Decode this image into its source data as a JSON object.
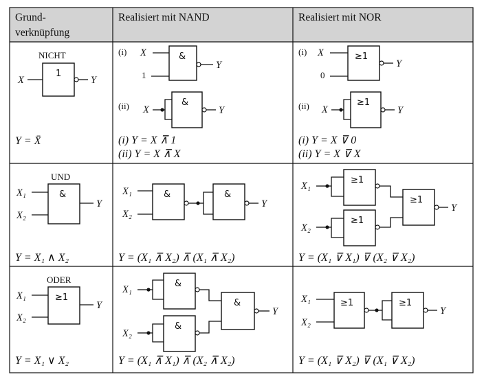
{
  "header": {
    "col1_line1": "Grund-",
    "col1_line2": "verknüpfung",
    "col2": "Realisiert mit NAND",
    "col3": "Realisiert mit NOR"
  },
  "rows": {
    "nicht": {
      "title": "NICHT",
      "gate_symbol": "1",
      "formula": "Y = X̄",
      "nand_i_label": "(i)",
      "nand_ii_label": "(ii)",
      "nand_const": "1",
      "nor_const": "0",
      "nand_formula_i": "(i)  Y = X ⊼ 1",
      "nand_formula_ii": "(ii) Y = X ⊼ X",
      "nor_formula_i": "(i)  Y = X ⊽ 0",
      "nor_formula_ii": "(ii) Y = X ⊽ X"
    },
    "und": {
      "title": "UND",
      "gate_symbol": "&",
      "formula": "Y = X₁ ∧ X₂",
      "nand_formula": "Y = (X₁ ⊼ X₂) ⊼ (X₁ ⊼ X₂)",
      "nor_formula": "Y = (X₁ ⊽ X₁) ⊽ (X₂ ⊽ X₂)"
    },
    "oder": {
      "title": "ODER",
      "gate_symbol": "≥1",
      "formula": "Y = X₁ ∨ X₂",
      "nand_formula": "Y = (X₁ ⊼ X₁) ⊼ (X₂ ⊼ X₂)",
      "nor_formula": "Y = (X₁ ⊽ X₂) ⊽ (X₁ ⊽ X₂)"
    }
  },
  "symbols": {
    "nand": "&",
    "nor": "≥1",
    "x": "X",
    "x1": "X₁",
    "x2": "X₂",
    "y": "Y"
  },
  "colors": {
    "header_bg": "#d3d3d3",
    "line": "#111111",
    "background": "#ffffff"
  }
}
